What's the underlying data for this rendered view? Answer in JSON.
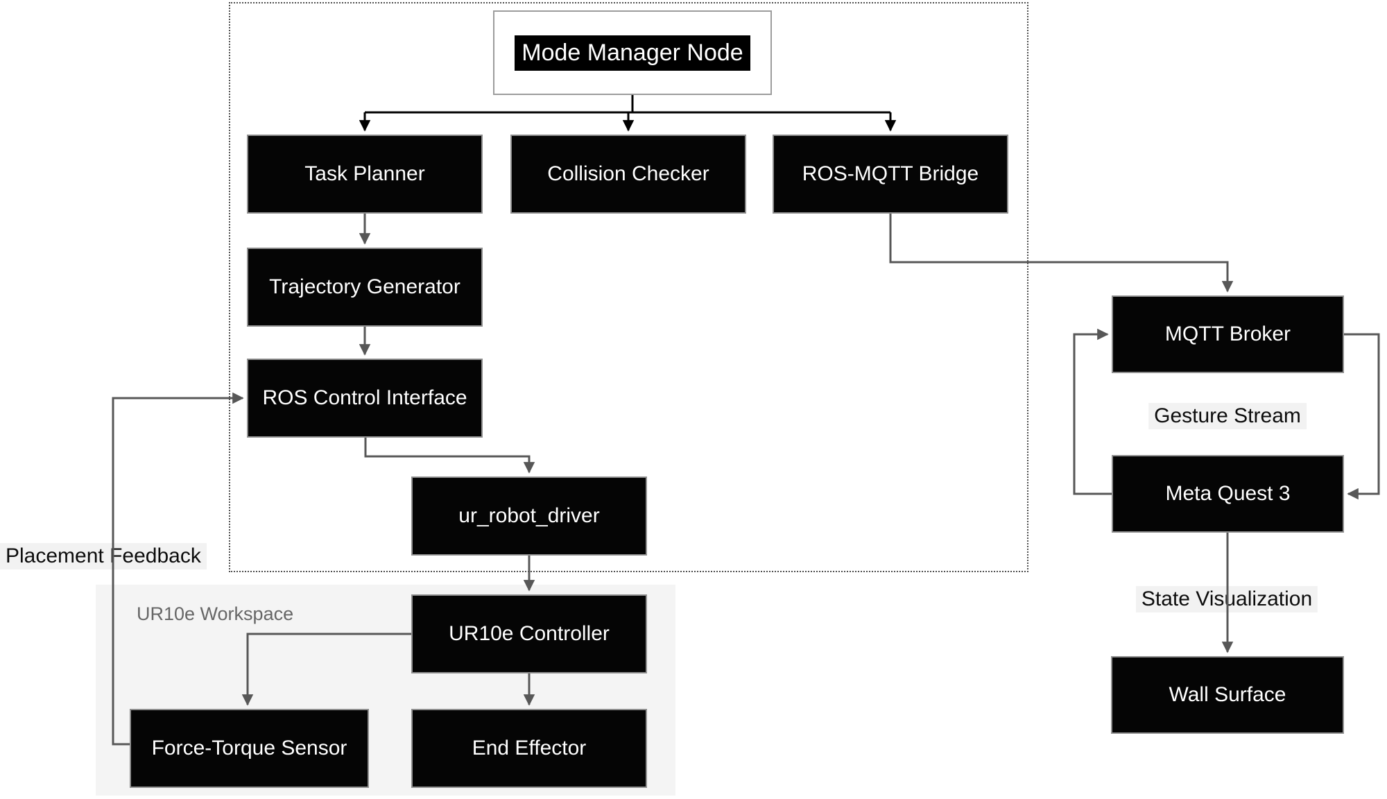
{
  "diagram": {
    "title": "Mode Manager Node",
    "nodes": {
      "mode_manager": "Mode Manager Node",
      "task_planner": "Task Planner",
      "collision_checker": "Collision Checker",
      "ros_mqtt_bridge": "ROS-MQTT Bridge",
      "trajectory_generator": "Trajectory Generator",
      "ros_control_interface": "ROS Control Interface",
      "ur_robot_driver": "ur_robot_driver",
      "ur10e_controller": "UR10e Controller",
      "force_torque_sensor": "Force-Torque Sensor",
      "end_effector": "End Effector",
      "mqtt_broker": "MQTT Broker",
      "meta_quest_3": "Meta Quest 3",
      "wall_surface": "Wall Surface"
    },
    "regions": {
      "ur10e_workspace": "UR10e Workspace"
    },
    "edge_labels": {
      "placement_feedback": "Placement Feedback",
      "gesture_stream": "Gesture Stream",
      "state_visualization": "State Visualization"
    },
    "edges": [
      {
        "from": "mode_manager",
        "to": "task_planner"
      },
      {
        "from": "mode_manager",
        "to": "collision_checker"
      },
      {
        "from": "mode_manager",
        "to": "ros_mqtt_bridge"
      },
      {
        "from": "task_planner",
        "to": "trajectory_generator"
      },
      {
        "from": "trajectory_generator",
        "to": "ros_control_interface"
      },
      {
        "from": "ros_control_interface",
        "to": "ur_robot_driver"
      },
      {
        "from": "ur_robot_driver",
        "to": "ur10e_controller"
      },
      {
        "from": "ur10e_controller",
        "to": "end_effector"
      },
      {
        "from": "ur10e_controller",
        "to": "force_torque_sensor"
      },
      {
        "from": "force_torque_sensor",
        "to": "ros_control_interface",
        "label": "Placement Feedback"
      },
      {
        "from": "ros_mqtt_bridge",
        "to": "mqtt_broker"
      },
      {
        "from": "mqtt_broker",
        "to": "meta_quest_3",
        "label": "Gesture Stream"
      },
      {
        "from": "meta_quest_3",
        "to": "mqtt_broker",
        "label": "Gesture Stream"
      },
      {
        "from": "meta_quest_3",
        "to": "wall_surface",
        "label": "State Visualization"
      }
    ],
    "colors": {
      "node_fill": "#050505",
      "node_text": "#ffffff",
      "node_border": "#8f8f8f",
      "connector_gray": "#575757",
      "connector_black": "#000000",
      "workspace_fill": "#f4f4f4",
      "label_highlight": "#f2f2f2",
      "title_highlight_bg": "#000000"
    }
  }
}
